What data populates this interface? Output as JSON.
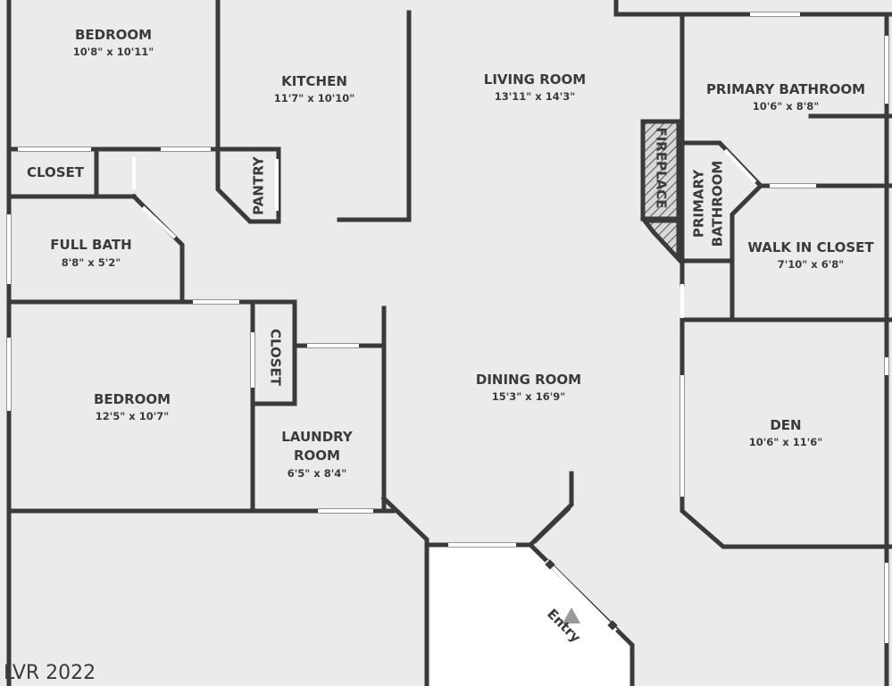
{
  "rooms": {
    "bedroom_top": {
      "name": "BEDROOM",
      "dims": "10'8\" x 10'11\""
    },
    "kitchen": {
      "name": "KITCHEN",
      "dims": "11'7\" x 10'10\""
    },
    "living_room": {
      "name": "LIVING ROOM",
      "dims": "13'11\" x 14'3\""
    },
    "primary_bathroom": {
      "name": "PRIMARY BATHROOM",
      "dims": "10'6\" x 8'8\""
    },
    "closet_top": {
      "name": "CLOSET"
    },
    "pantry": {
      "name": "PANTRY"
    },
    "fireplace": {
      "name": "FIREPLACE"
    },
    "primary_bathroom_small": {
      "line1": "PRIMARY",
      "line2": "BATHROOM"
    },
    "full_bath": {
      "name": "FULL BATH",
      "dims": "8'8\" x 5'2\""
    },
    "walk_in_closet": {
      "name": "WALK IN CLOSET",
      "dims": "7'10\" x 6'8\""
    },
    "closet_mid": {
      "name": "CLOSET"
    },
    "bedroom_mid": {
      "name": "BEDROOM",
      "dims": "12'5\" x 10'7\""
    },
    "laundry_room": {
      "line1": "LAUNDRY",
      "line2": "ROOM",
      "dims": "6'5\" x 8'4\""
    },
    "dining_room": {
      "name": "DINING ROOM",
      "dims": "15'3\" x 16'9\""
    },
    "den": {
      "name": "DEN",
      "dims": "10'6\" x 11'6\""
    },
    "entry": {
      "name": "Entry"
    }
  },
  "copyright": "LVR 2022"
}
